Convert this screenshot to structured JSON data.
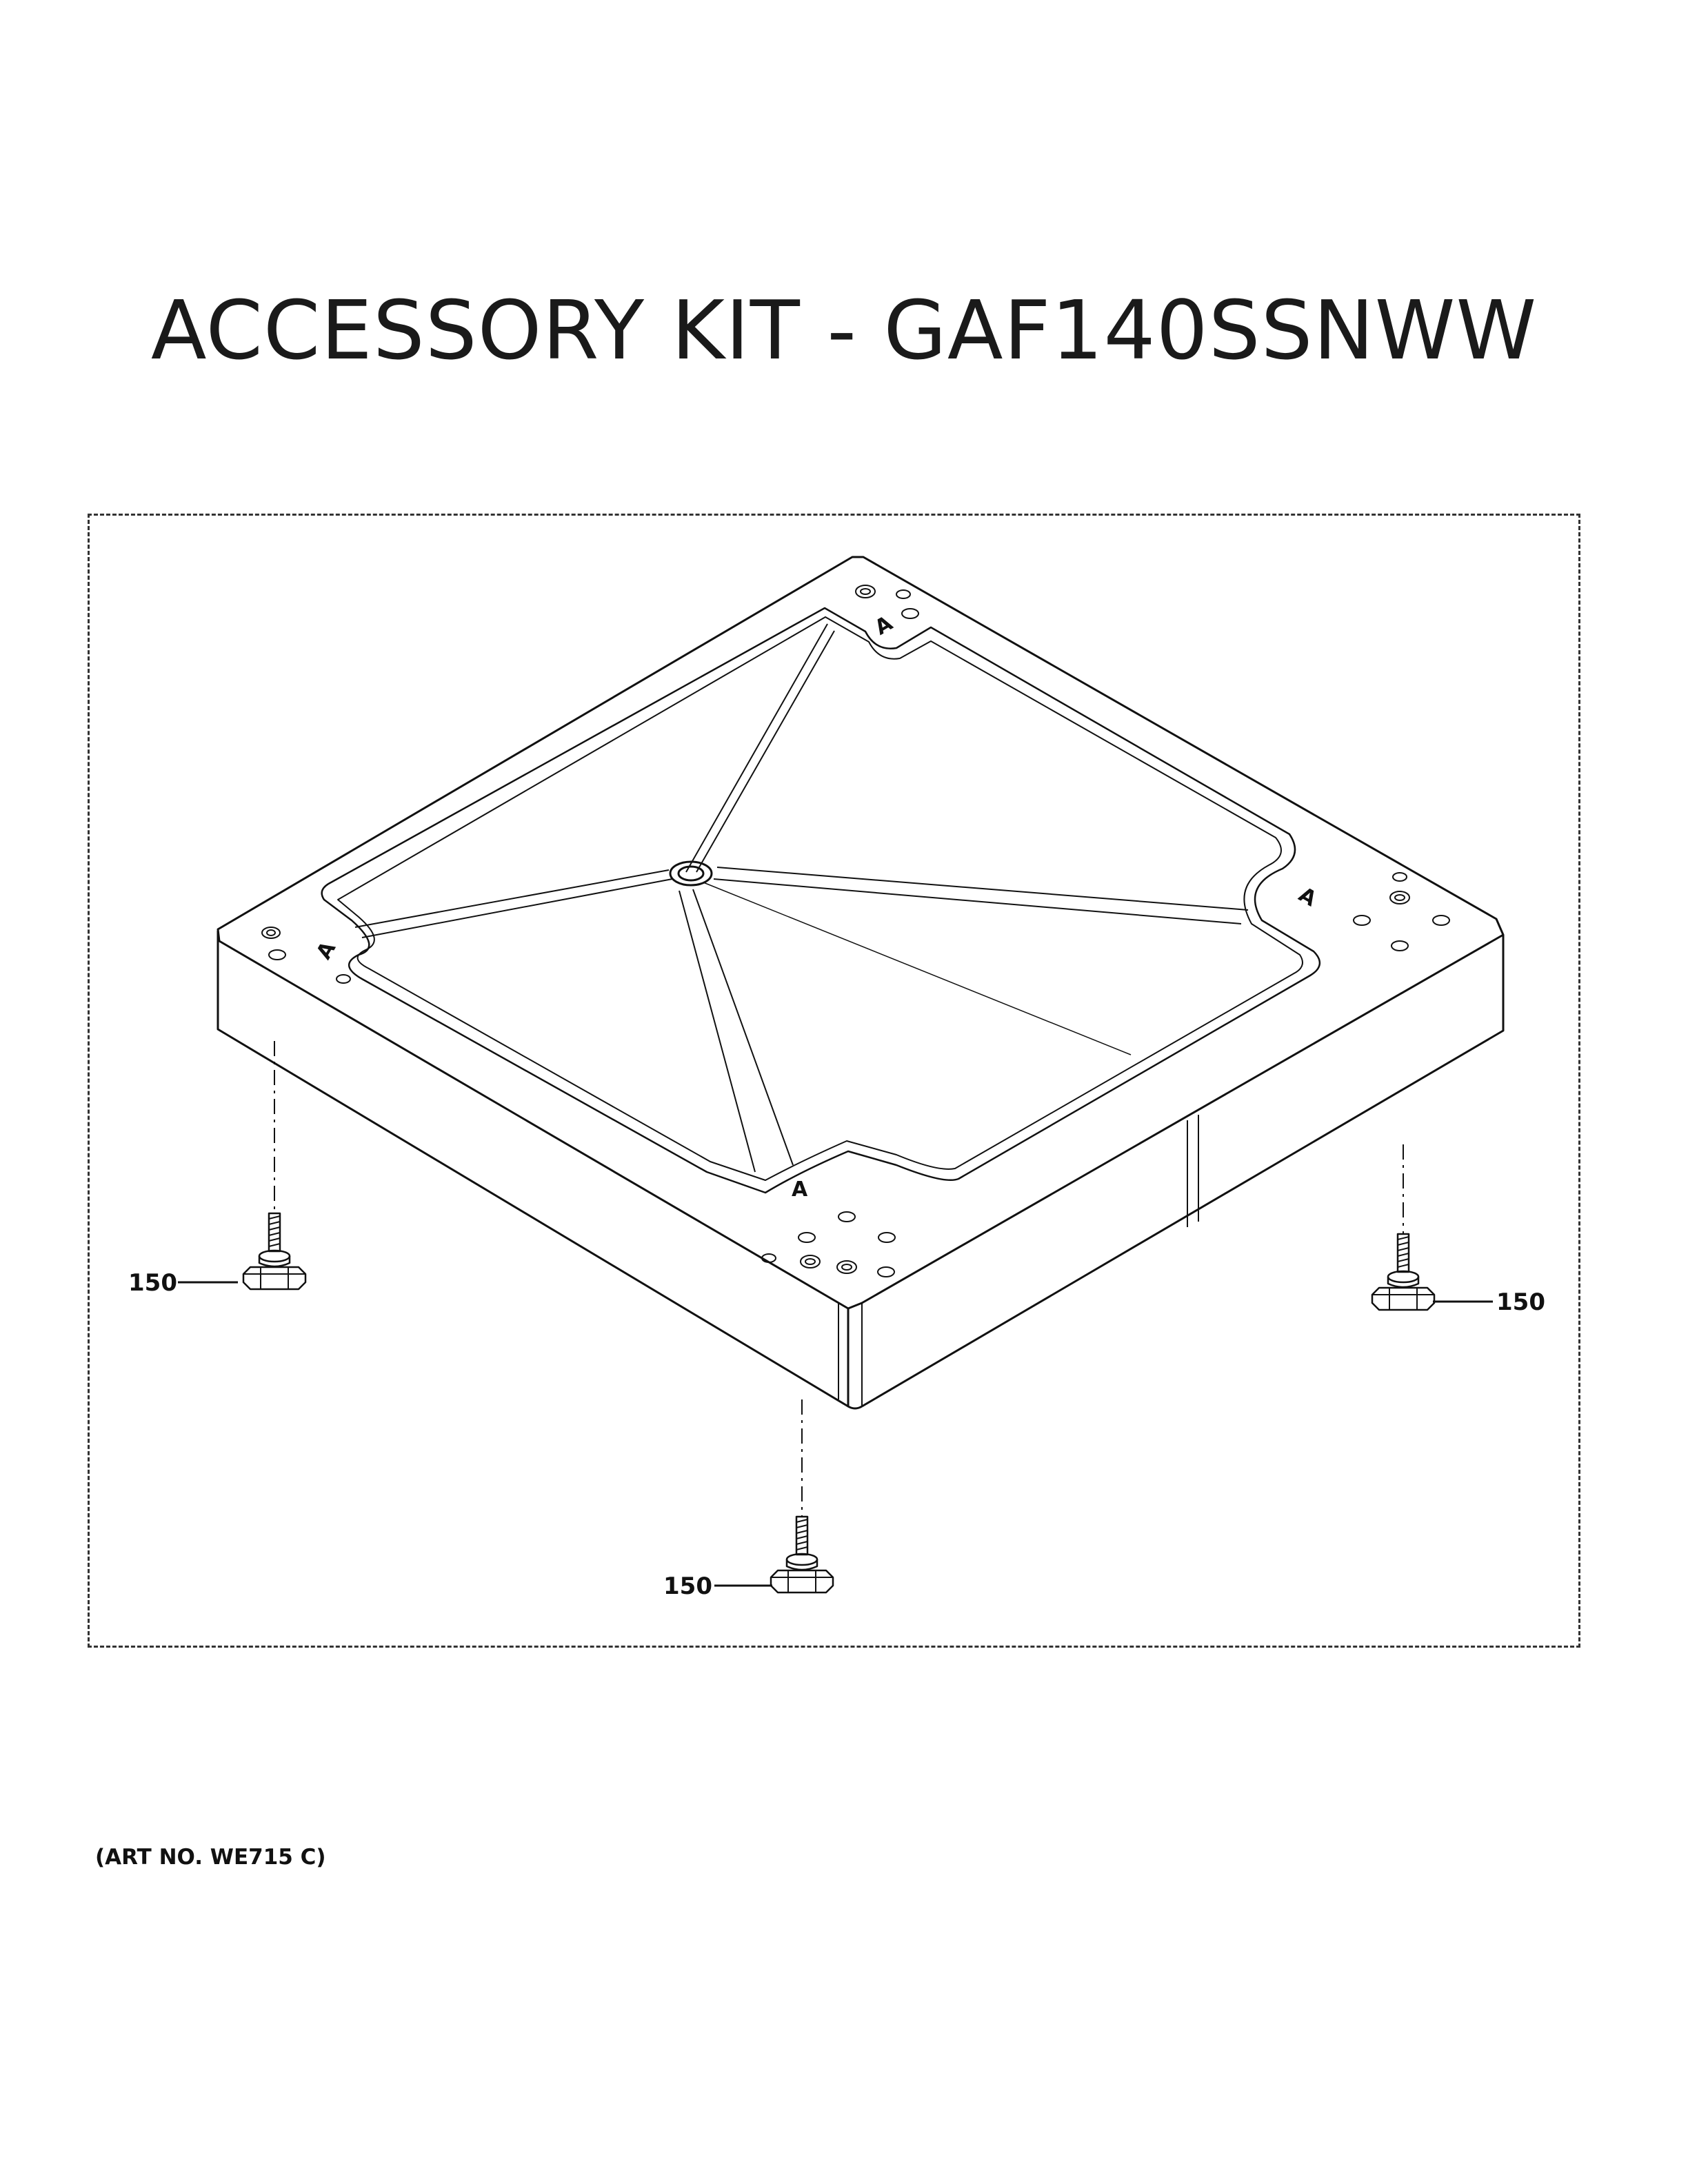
{
  "title": "ACCESSORY KIT - GAF140SSNWW",
  "art_number": "(ART NO. WE715 C)",
  "callouts": [
    {
      "label": "150",
      "part": "leveling-leg"
    },
    {
      "label": "150",
      "part": "leveling-leg"
    },
    {
      "label": "150",
      "part": "leveling-leg"
    }
  ],
  "corner_marks": [
    "A",
    "A",
    "A",
    "A"
  ]
}
